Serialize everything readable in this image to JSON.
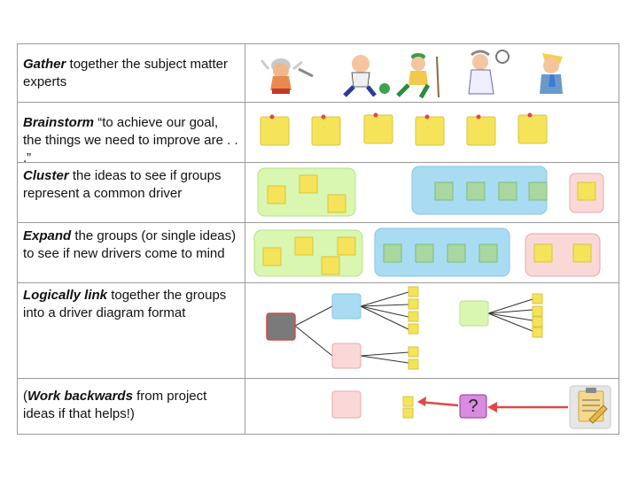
{
  "rows": [
    {
      "keyword": "Gather",
      "text": " together the subject matter experts"
    },
    {
      "keyword": "Brainstorm",
      "text": " “to achieve our goal, the things we need to improve are . . .”"
    },
    {
      "keyword": "Cluster",
      "text": " the ideas to see if groups represent a common driver"
    },
    {
      "keyword": "Expand",
      "text": " the groups (or single ideas) to see if new drivers come to mind"
    },
    {
      "keyword": "Logically link",
      "text": " together the groups into a driver diagram format"
    },
    {
      "prefix": "(",
      "keyword": "Work backwards",
      "text": " from project ideas if that helps!)"
    }
  ],
  "question_mark": "?",
  "colors": {
    "note_yellow": "#f5e35a",
    "cluster_green": "#d9f7b0",
    "cluster_blue": "#a9dcf3",
    "cluster_pink": "#fbd8d8",
    "note_green": "#a8d8a0",
    "box_gray": "#7a7a7a",
    "arrow_red": "#e04848",
    "q_purple": "#d98be0"
  }
}
